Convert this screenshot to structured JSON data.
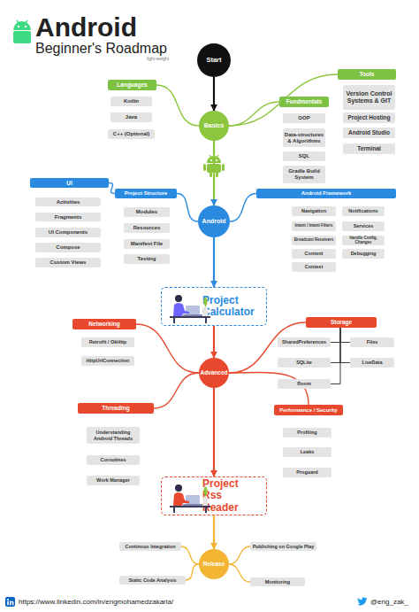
{
  "diagram": {
    "title": "Android",
    "nodes": [
      {
        "text": [
          "Start"
        ]
      },
      {
        "text": [
          "Basics"
        ]
      },
      {
        "text": [
          "Languages"
        ]
      },
      {
        "text": [
          "Kotlin"
        ]
      },
      {
        "text": [
          "Java"
        ]
      },
      {
        "text": [
          "C++ (Optional)"
        ]
      },
      {
        "text": [
          "Fundmentals"
        ]
      },
      {
        "text": [
          "OOP"
        ]
      },
      {
        "text": [
          "Data-structures & Algorithms"
        ]
      },
      {
        "text": [
          "SQL"
        ]
      },
      {
        "text": [
          "Gradle Build System"
        ]
      },
      {
        "text": [
          "Tools"
        ]
      },
      {
        "text": [
          "Version Control Systems & GIT"
        ]
      },
      {
        "text": [
          "Project Hosting"
        ]
      },
      {
        "text": [
          "Android Studio"
        ]
      },
      {
        "text": [
          "Terminal"
        ]
      },
      {
        "text": [
          "Android"
        ]
      },
      {
        "text": [
          "UI"
        ]
      },
      {
        "text": [
          "Activities"
        ]
      },
      {
        "text": [
          "Fragments"
        ]
      },
      {
        "text": [
          "UI Components"
        ]
      },
      {
        "text": [
          "Compose"
        ]
      },
      {
        "text": [
          "Custom Views"
        ]
      },
      {
        "text": [
          "Project Structure"
        ]
      },
      {
        "text": [
          "Modules"
        ]
      },
      {
        "text": [
          "Resources"
        ]
      },
      {
        "text": [
          "Manifest File"
        ]
      },
      {
        "text": [
          "Testing"
        ]
      },
      {
        "text": [
          "Android Framework"
        ]
      },
      {
        "text": [
          "Navigation"
        ]
      },
      {
        "text": [
          "Notifications"
        ]
      },
      {
        "text": [
          "Intent / Intent Filters"
        ]
      },
      {
        "text": [
          "Services"
        ]
      },
      {
        "text": [
          "Broadcast Receivers"
        ]
      },
      {
        "text": [
          "Handle Config. Changes"
        ]
      },
      {
        "text": [
          "Content"
        ]
      },
      {
        "text": [
          "Debugging"
        ]
      },
      {
        "text": [
          "Context"
        ]
      },
      {
        "text": [
          "Project Calculator"
        ]
      },
      {
        "text": [
          "Advanced"
        ]
      },
      {
        "text": [
          "Networking"
        ]
      },
      {
        "text": [
          "Retrofit / OkHttp"
        ]
      },
      {
        "text": [
          "HttpUrlConnection"
        ]
      },
      {
        "text": [
          "Storage"
        ]
      },
      {
        "text": [
          "SharedPreferences"
        ]
      },
      {
        "text": [
          "Files"
        ]
      },
      {
        "text": [
          "SQLite"
        ]
      },
      {
        "text": [
          "LiveData"
        ]
      },
      {
        "text": [
          "Room"
        ]
      },
      {
        "text": [
          "Threading"
        ]
      },
      {
        "text": [
          "Understanding Android Threads"
        ]
      },
      {
        "text": [
          "Coroutines"
        ]
      },
      {
        "text": [
          "Work Manager"
        ]
      },
      {
        "text": [
          "Performance / Security"
        ]
      },
      {
        "text": [
          "Profiling"
        ]
      },
      {
        "text": [
          "Leaks"
        ]
      },
      {
        "text": [
          "Proguard"
        ]
      },
      {
        "text": [
          "Project Rss Reader"
        ]
      },
      {
        "text": [
          "Release"
        ]
      },
      {
        "text": [
          "Continous Integration"
        ]
      },
      {
        "text": [
          "Publishing on Google Play"
        ]
      },
      {
        "text": [
          "Static Code Analysis"
        ]
      },
      {
        "text": [
          "Monitoring"
        ]
      }
    ],
    "edges": [
      {
        "from": 0,
        "to": 1,
        "arrow": "to"
      },
      {
        "from": 1,
        "to": 2,
        "arrow": "none"
      },
      {
        "from": 1,
        "to": 6,
        "arrow": "none"
      },
      {
        "from": 1,
        "to": 11,
        "arrow": "none"
      },
      {
        "from": 1,
        "to": 16,
        "arrow": "to"
      },
      {
        "from": 16,
        "to": 23,
        "arrow": "none"
      },
      {
        "from": 23,
        "to": 17,
        "arrow": "none"
      },
      {
        "from": 16,
        "to": 28,
        "arrow": "none"
      },
      {
        "from": 16,
        "to": 38,
        "arrow": "to"
      },
      {
        "from": 38,
        "to": 39,
        "arrow": "to"
      },
      {
        "from": 39,
        "to": 40,
        "arrow": "none"
      },
      {
        "from": 39,
        "to": 43,
        "arrow": "none"
      },
      {
        "from": 39,
        "to": 49,
        "arrow": "none"
      },
      {
        "from": 39,
        "to": 53,
        "arrow": "none"
      },
      {
        "from": 43,
        "to": 44,
        "arrow": "none"
      },
      {
        "from": 43,
        "to": 45,
        "arrow": "none"
      },
      {
        "from": 43,
        "to": 46,
        "arrow": "none"
      },
      {
        "from": 43,
        "to": 47,
        "arrow": "none"
      },
      {
        "from": 43,
        "to": 48,
        "arrow": "none"
      },
      {
        "from": 39,
        "to": 57,
        "arrow": "to"
      },
      {
        "from": 57,
        "to": 58,
        "arrow": "to"
      },
      {
        "from": 58,
        "to": 59,
        "arrow": "none"
      },
      {
        "from": 58,
        "to": 60,
        "arrow": "none"
      },
      {
        "from": 58,
        "to": 61,
        "arrow": "none"
      },
      {
        "from": 58,
        "to": 62,
        "arrow": "none"
      }
    ],
    "labels": [
      "Beginner's Roadmap",
      "light weight",
      "https://www.linkedin.com/in/engmohamedzakaria/",
      "@eng_zak_"
    ]
  }
}
